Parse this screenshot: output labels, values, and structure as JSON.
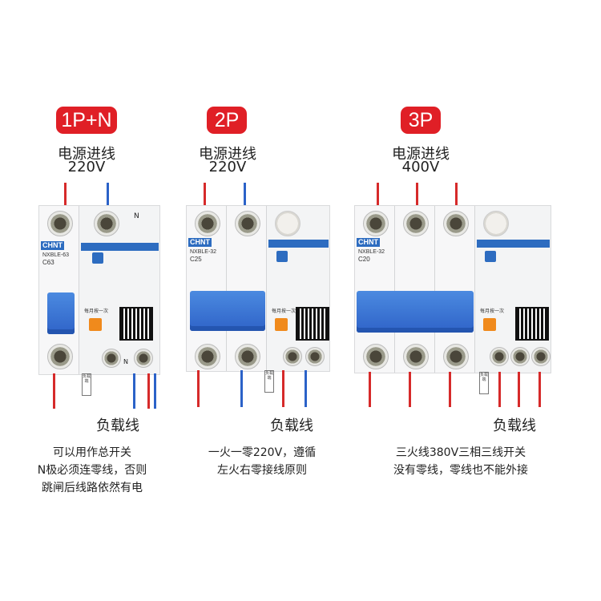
{
  "panels": [
    {
      "badge": "1P+N",
      "source_title": "电源进线",
      "voltage": "220V",
      "brand": "CHNT",
      "model": "NXBLE-63",
      "rating": "C63",
      "n_marker": "N",
      "load_label": "负载线",
      "load_tag": "负载端",
      "test_label": "每月按一次",
      "description": [
        "可以用作总开关",
        "N极必须连零线，否则",
        "跳闸后线路依然有电"
      ]
    },
    {
      "badge": "2P",
      "source_title": "电源进线",
      "voltage": "220V",
      "brand": "CHNT",
      "model": "NXBLE-32",
      "rating": "C25",
      "load_label": "负载线",
      "load_tag": "负载端",
      "test_label": "每月按一次",
      "description": [
        "一火一零220V，遵循",
        "左火右零接线原则"
      ]
    },
    {
      "badge": "3P",
      "source_title": "电源进线",
      "voltage": "400V",
      "brand": "CHNT",
      "model": "NXBLE-32",
      "rating": "C20",
      "load_label": "负载线",
      "load_tag": "负载端",
      "test_label": "每月按一次",
      "description": [
        "三火线380V三相三线开关",
        "没有零线，零线也不能外接"
      ]
    }
  ],
  "colors": {
    "badge": "#e01f26",
    "live_wire": "#d62a2a",
    "neutral_wire": "#2b62c8",
    "lever": "#2f63c8",
    "test_button": "#f08a1c"
  }
}
